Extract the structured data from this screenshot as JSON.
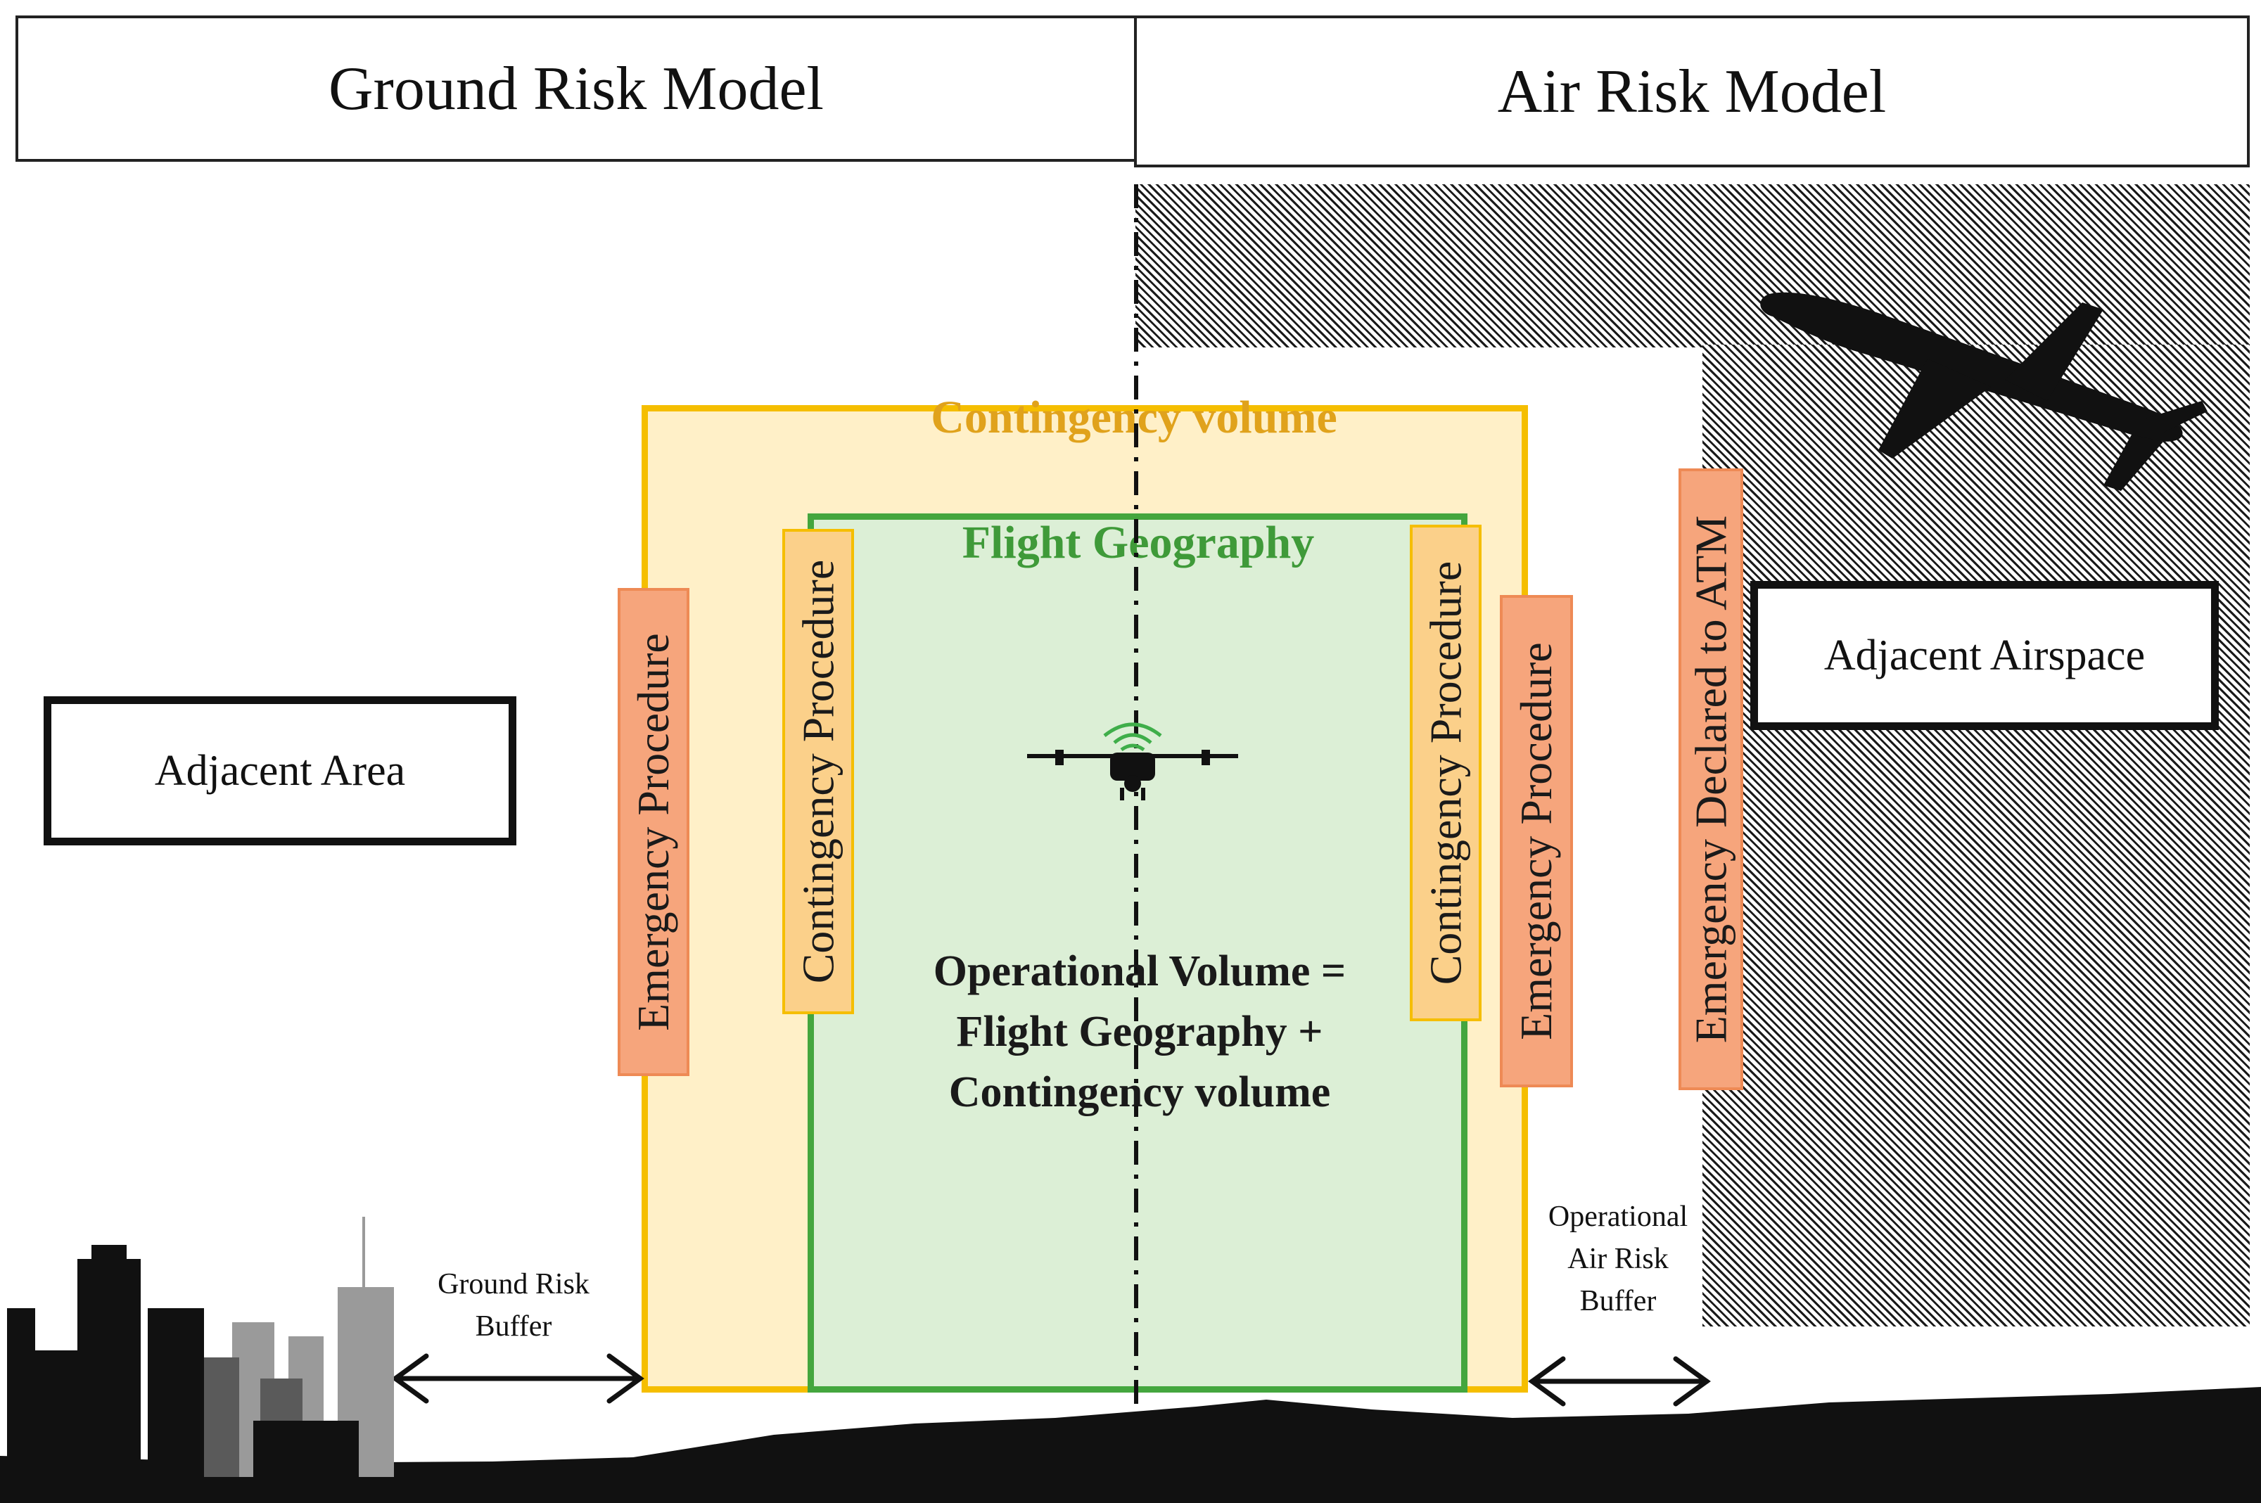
{
  "headers": {
    "ground": "Ground Risk Model",
    "air": "Air Risk Model"
  },
  "volumes": {
    "contingency_volume": "Contingency volume",
    "flight_geography": "Flight Geography"
  },
  "procedures": {
    "emergency_left": "Emergency Procedure",
    "contingency_left": "Contingency Procedure",
    "contingency_right": "Contingency Procedure",
    "emergency_right": "Emergency Procedure",
    "emergency_atm": "Emergency Declared to ATM"
  },
  "areas": {
    "adjacent_area": "Adjacent Area",
    "adjacent_airspace": "Adjacent Airspace"
  },
  "operational_volume": {
    "line1": "Operational Volume =",
    "line2": "Flight Geography +",
    "line3": "Contingency volume"
  },
  "buffers": {
    "ground_line1": "Ground Risk",
    "ground_line2": "Buffer",
    "air_line1": "Operational",
    "air_line2": "Air Risk",
    "air_line3": "Buffer"
  },
  "colors": {
    "contingency_border": "#f5be00",
    "contingency_fill": "#fff0c8",
    "contingency_text": "#e0a21c",
    "flight_border": "#44a63e",
    "flight_fill": "#dcefd6",
    "flight_text": "#3f9a39",
    "emergency_fill": "#f6a57c",
    "emergency_border": "#ee8a55",
    "contingency_proc_fill": "#fbd08a",
    "contingency_proc_border": "#f5be00",
    "hatch": "#1a1a1a"
  },
  "icons": [
    "drone-icon",
    "airplane-icon",
    "city-skyline-icon",
    "terrain-icon"
  ]
}
